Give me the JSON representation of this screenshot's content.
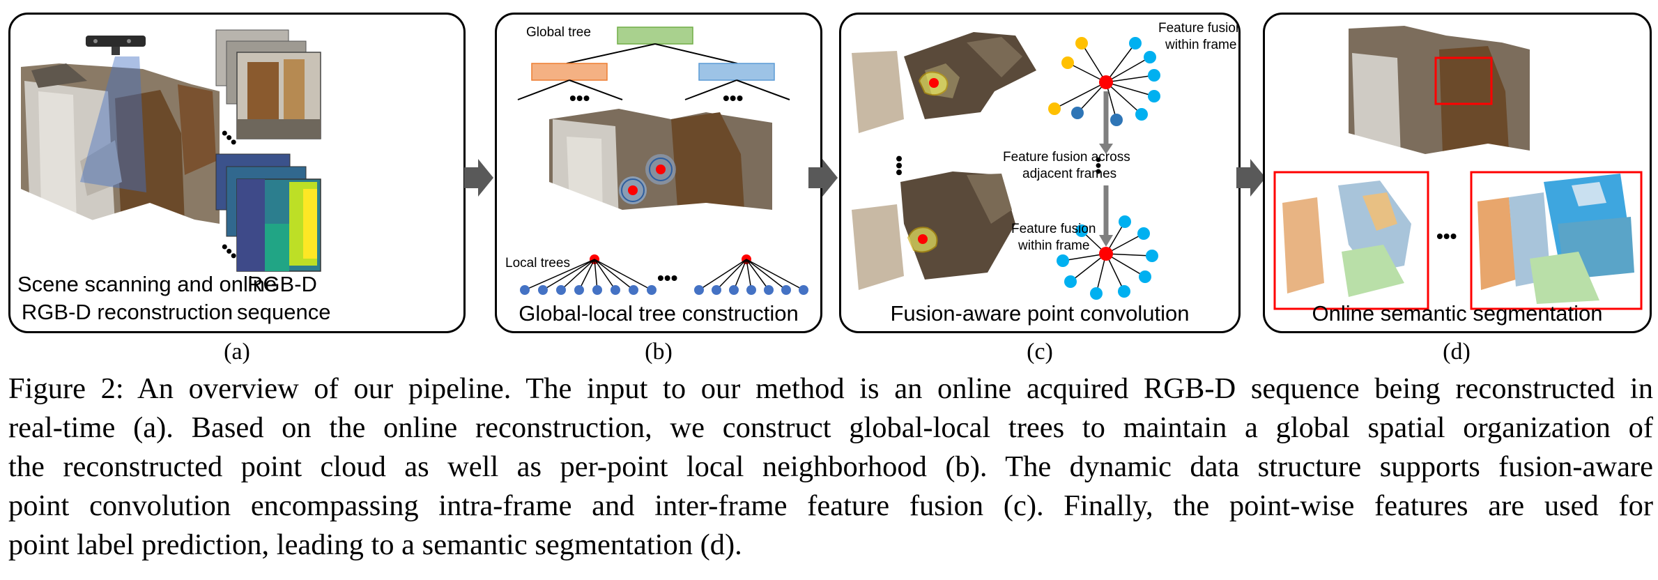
{
  "panels": {
    "a": {
      "caption_main_line1": "Scene scanning and online",
      "caption_main_line2": "RGB-D reconstruction",
      "caption_side_line1": "RGB-D",
      "caption_side_line2": "sequence",
      "ellipsis": "•••",
      "letter": "(a)"
    },
    "b": {
      "global_tree_label": "Global tree",
      "local_trees_label": "Local trees",
      "ellipsis": "•••",
      "caption": "Global-local tree construction",
      "letter": "(b)"
    },
    "c": {
      "fusion_within_top_line1": "Feature fusion",
      "fusion_within_top_line2": "within frame",
      "fusion_across_line1": "Feature fusion across",
      "fusion_across_line2": "adjacent frames",
      "fusion_within_bottom_line1": "Feature fusion",
      "fusion_within_bottom_line2": "within frame",
      "ellipsis": "•••",
      "caption": "Fusion-aware point convolution",
      "letter": "(c)"
    },
    "d": {
      "ellipsis": "•••",
      "caption": "Online semantic segmentation",
      "letter": "(d)"
    }
  },
  "figure_caption": {
    "line1": "Figure 2: An overview of our pipeline. The input to our method is an online acquired RGB-D sequence being reconstructed in",
    "line2": "real-time (a). Based on the online reconstruction, we construct global-local trees to maintain a global spatial organization of",
    "line3": "the reconstructed point cloud as well as per-point local neighborhood (b). The dynamic data structure supports fusion-aware",
    "line4": "point convolution encompassing intra-frame and inter-frame feature fusion (c). Finally, the point-wise features are used for",
    "line5": "point label prediction, leading to a semantic segmentation (d)."
  },
  "colors": {
    "global_node": "#a9d18e",
    "left_node": "#f4b183",
    "right_node": "#9dc3e6",
    "point_red": "#ff0000",
    "node_blue": "#4472c4",
    "fusion_yellow": "#ffc000",
    "fusion_cyan": "#00b0f0",
    "fusion_darkblue": "#2e75b6",
    "arrow_gray": "#595959",
    "highlight_box": "#ff0000"
  }
}
